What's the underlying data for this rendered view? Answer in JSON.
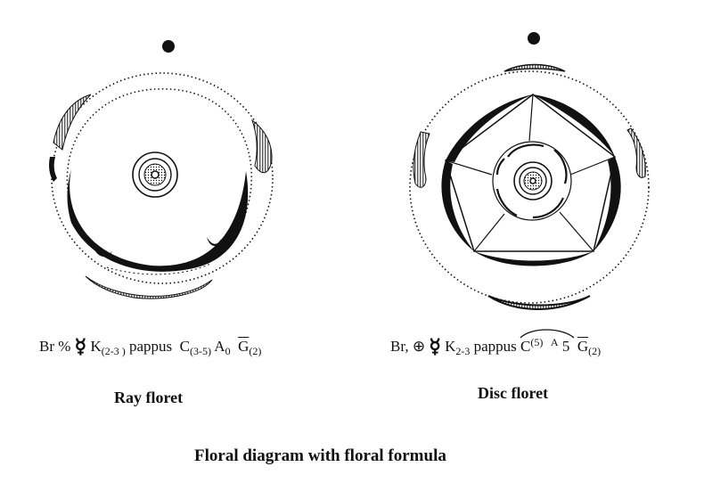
{
  "ray": {
    "formula": {
      "br": "Br",
      "sym": "%",
      "flower": "☿",
      "k": "K",
      "k_sub": "(2-3 )",
      "pappus": "pappus",
      "c": "C",
      "c_sub": "(3-5)",
      "a": "A",
      "a_sub": "0",
      "g": "G",
      "g_sub": "(2)"
    },
    "label": "Ray floret"
  },
  "disc": {
    "formula": {
      "br": "Br,",
      "sym": "⊕",
      "flower": "☿",
      "k": "K",
      "k_sub": "2-3",
      "pappus": "pappus",
      "c": "C",
      "c_sub": "(5)",
      "a": "A",
      "a_sub": "5",
      "g": "G",
      "g_sub": "(2)"
    },
    "label": "Disc floret"
  },
  "caption": "Floral diagram with floral formula",
  "colors": {
    "ink": "#111111",
    "background": "#ffffff"
  }
}
